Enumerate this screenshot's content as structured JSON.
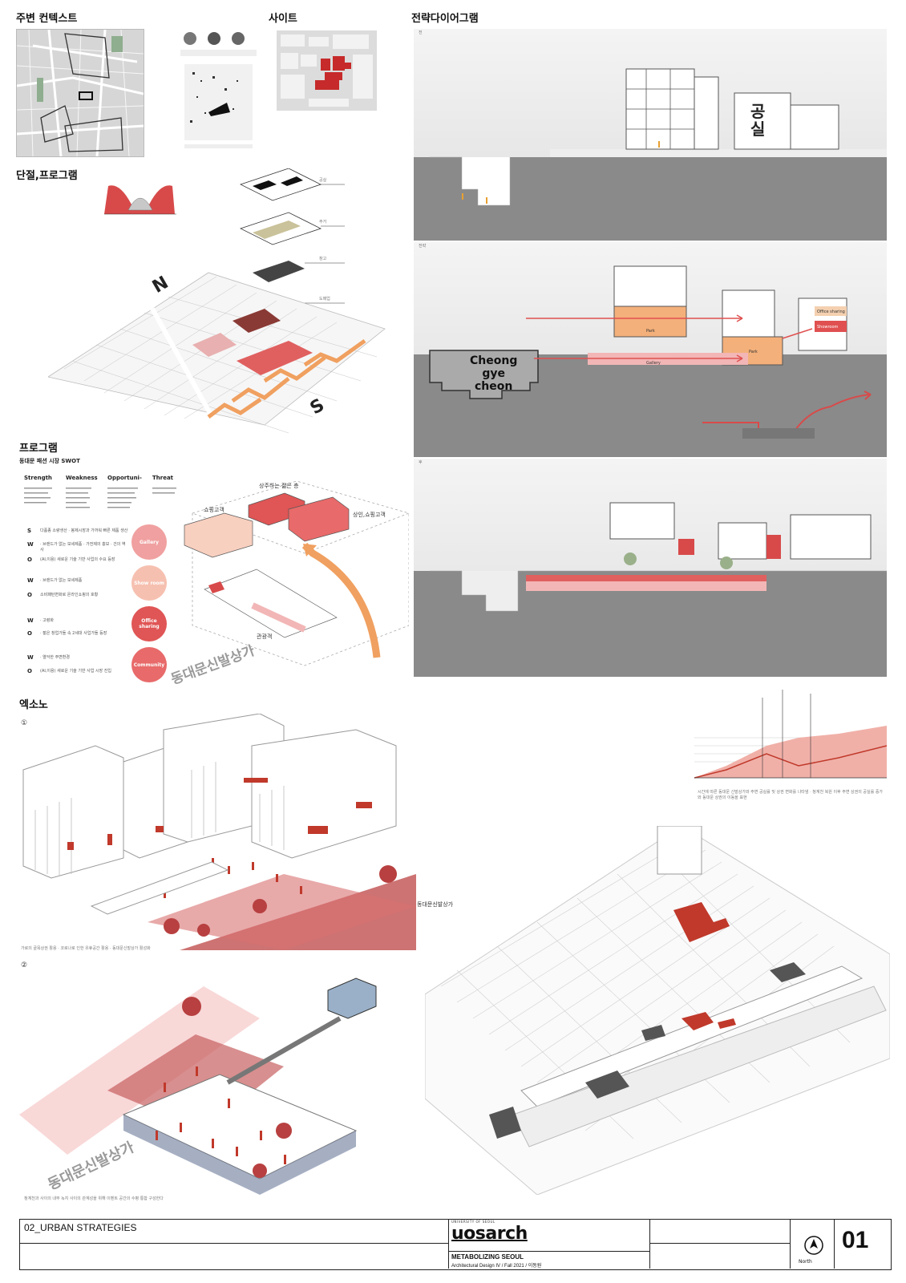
{
  "sections": {
    "context_title": "주변 컨텍스트",
    "site_title": "사이트",
    "strategy_title": "전략다이어그램",
    "break_title": "단절,프로그램",
    "program_title": "프로그램",
    "exsono_title": "엑소노"
  },
  "strategy": {
    "panel1_tag": "전",
    "panel2_tag": "전략",
    "panel3_tag": "후",
    "vacancy_label": "공\n실",
    "cheonggye_label": "Cheong\ngye\ncheon",
    "tags": [
      "Park",
      "Park",
      "Gallery",
      "Office sharing",
      "Showroom"
    ]
  },
  "axo_labels": {
    "layer1": "공실",
    "layer2": "주거",
    "layer3": "창고",
    "layer4": "도매업",
    "north": "N",
    "south": "S"
  },
  "program": {
    "swot_title": "동대문 패션 시장 SWOT",
    "headers": [
      "Strength",
      "Weakness",
      "Opportuni-",
      "Threat"
    ],
    "rows": [
      {
        "letter": "S",
        "text": "다품종 소량생산 · 봉제시장과 가까워 빠른 제품 생산"
      },
      {
        "letter": "W",
        "text": "· 브랜드가 없는 보세제품 · 가전제의 홍보 · 건의 역사"
      },
      {
        "letter": "O",
        "text": "(AI,이용) 새로운 기술 기반 사업의 수요 등장"
      },
      {
        "letter": "W",
        "text": "· 브랜드가 없는 보세제품"
      },
      {
        "letter": "O",
        "text": "소비패턴변화로 온라인쇼핑의 호황"
      },
      {
        "letter": "W",
        "text": "· 고령화"
      },
      {
        "letter": "O",
        "text": "· 젊은 창업가들 속 2세대 사업가들 등장"
      },
      {
        "letter": "W",
        "text": "· 열악한 주변환경"
      },
      {
        "letter": "O",
        "text": "(AI,이용) 새로운 기술 기반 사업 시장 진입"
      }
    ],
    "circles": [
      "Gallery",
      "Show room",
      "Office sharing",
      "Community"
    ],
    "diagram_labels": [
      "쇼핑고객",
      "상주하는 젊은 층",
      "상인,쇼핑고객",
      "관광객",
      "동대문신발상가"
    ]
  },
  "exsono": {
    "num1": "①",
    "num2": "②",
    "label_market": "동대문신발상가",
    "label_market2": "동대문신발상가",
    "caption1": "가로의 골목상권 활용 · 코로나로 인한 유휴공간 활용 · 동대문신발상가 활성화",
    "caption2": "청계천과 사이의 내부 녹지 사이의 관계성을 위해 이벤트 공간의 수평 통합 구성한다"
  },
  "graph_caption": "시간에 따른 동대문 신발상가와 주변 공실률 및 상권 변화를 나타냄 · 청계천 복원 이후 주변 상권의 공실률 증가와 동대문 상권의 이동을 표현",
  "title_block": {
    "project_label": "02_URBAN STRATEGIES",
    "logo_small": "UNIVERSITY OF SEOUL",
    "logo": "uosarch",
    "project_name": "METABOLIZING SEOUL",
    "course": "Architectural Design IV / Fall 2021 / 이동원",
    "north": "North",
    "sheet": "01"
  },
  "colors": {
    "accent": "#d84a4a",
    "accent_light": "#f0a0a0",
    "orange": "#f0a060",
    "ground": "#8a8a8a"
  }
}
